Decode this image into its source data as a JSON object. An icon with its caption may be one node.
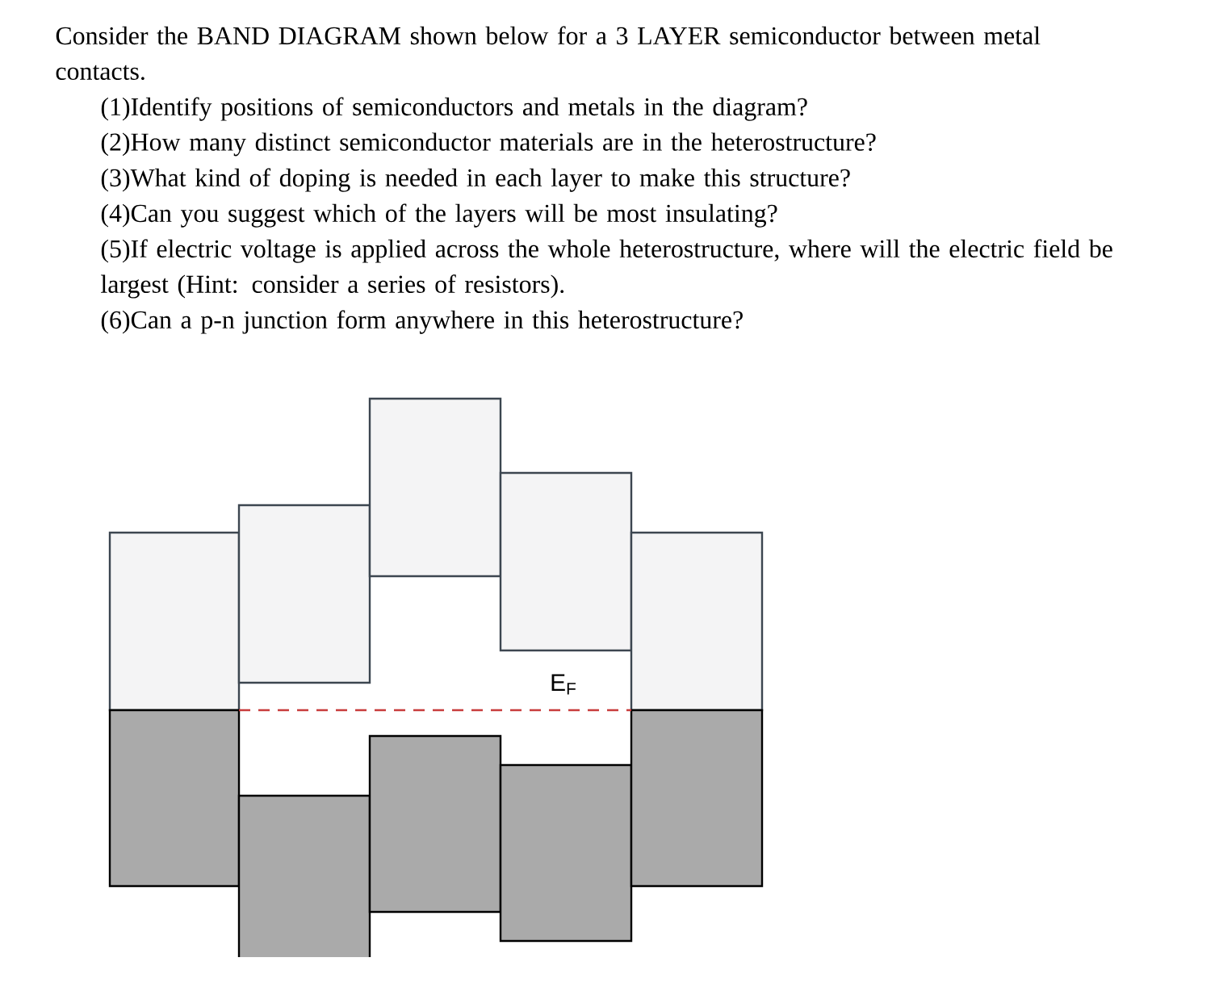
{
  "diagram": {
    "labels": [
      "Consider the BAND DIAGRAM shown below for a 3 LAYER semiconductor between metal contacts.",
      "(1)Identify positions of semiconductors and metals in the diagram?",
      "(2)How many distinct semiconductor materials are in the heterostructure?",
      "(3)What kind of doping is needed in each layer to make this structure?",
      "(4)Can you suggest which of the layers will be most insulating?",
      "(5)If electric voltage is applied across the whole heterostructure, where will the electric field be largest (Hint: consider a series of resistors).",
      "(6)Can a p-n junction form anywhere in this heterostructure?",
      "E$_{F}$"
    ]
  }
}
